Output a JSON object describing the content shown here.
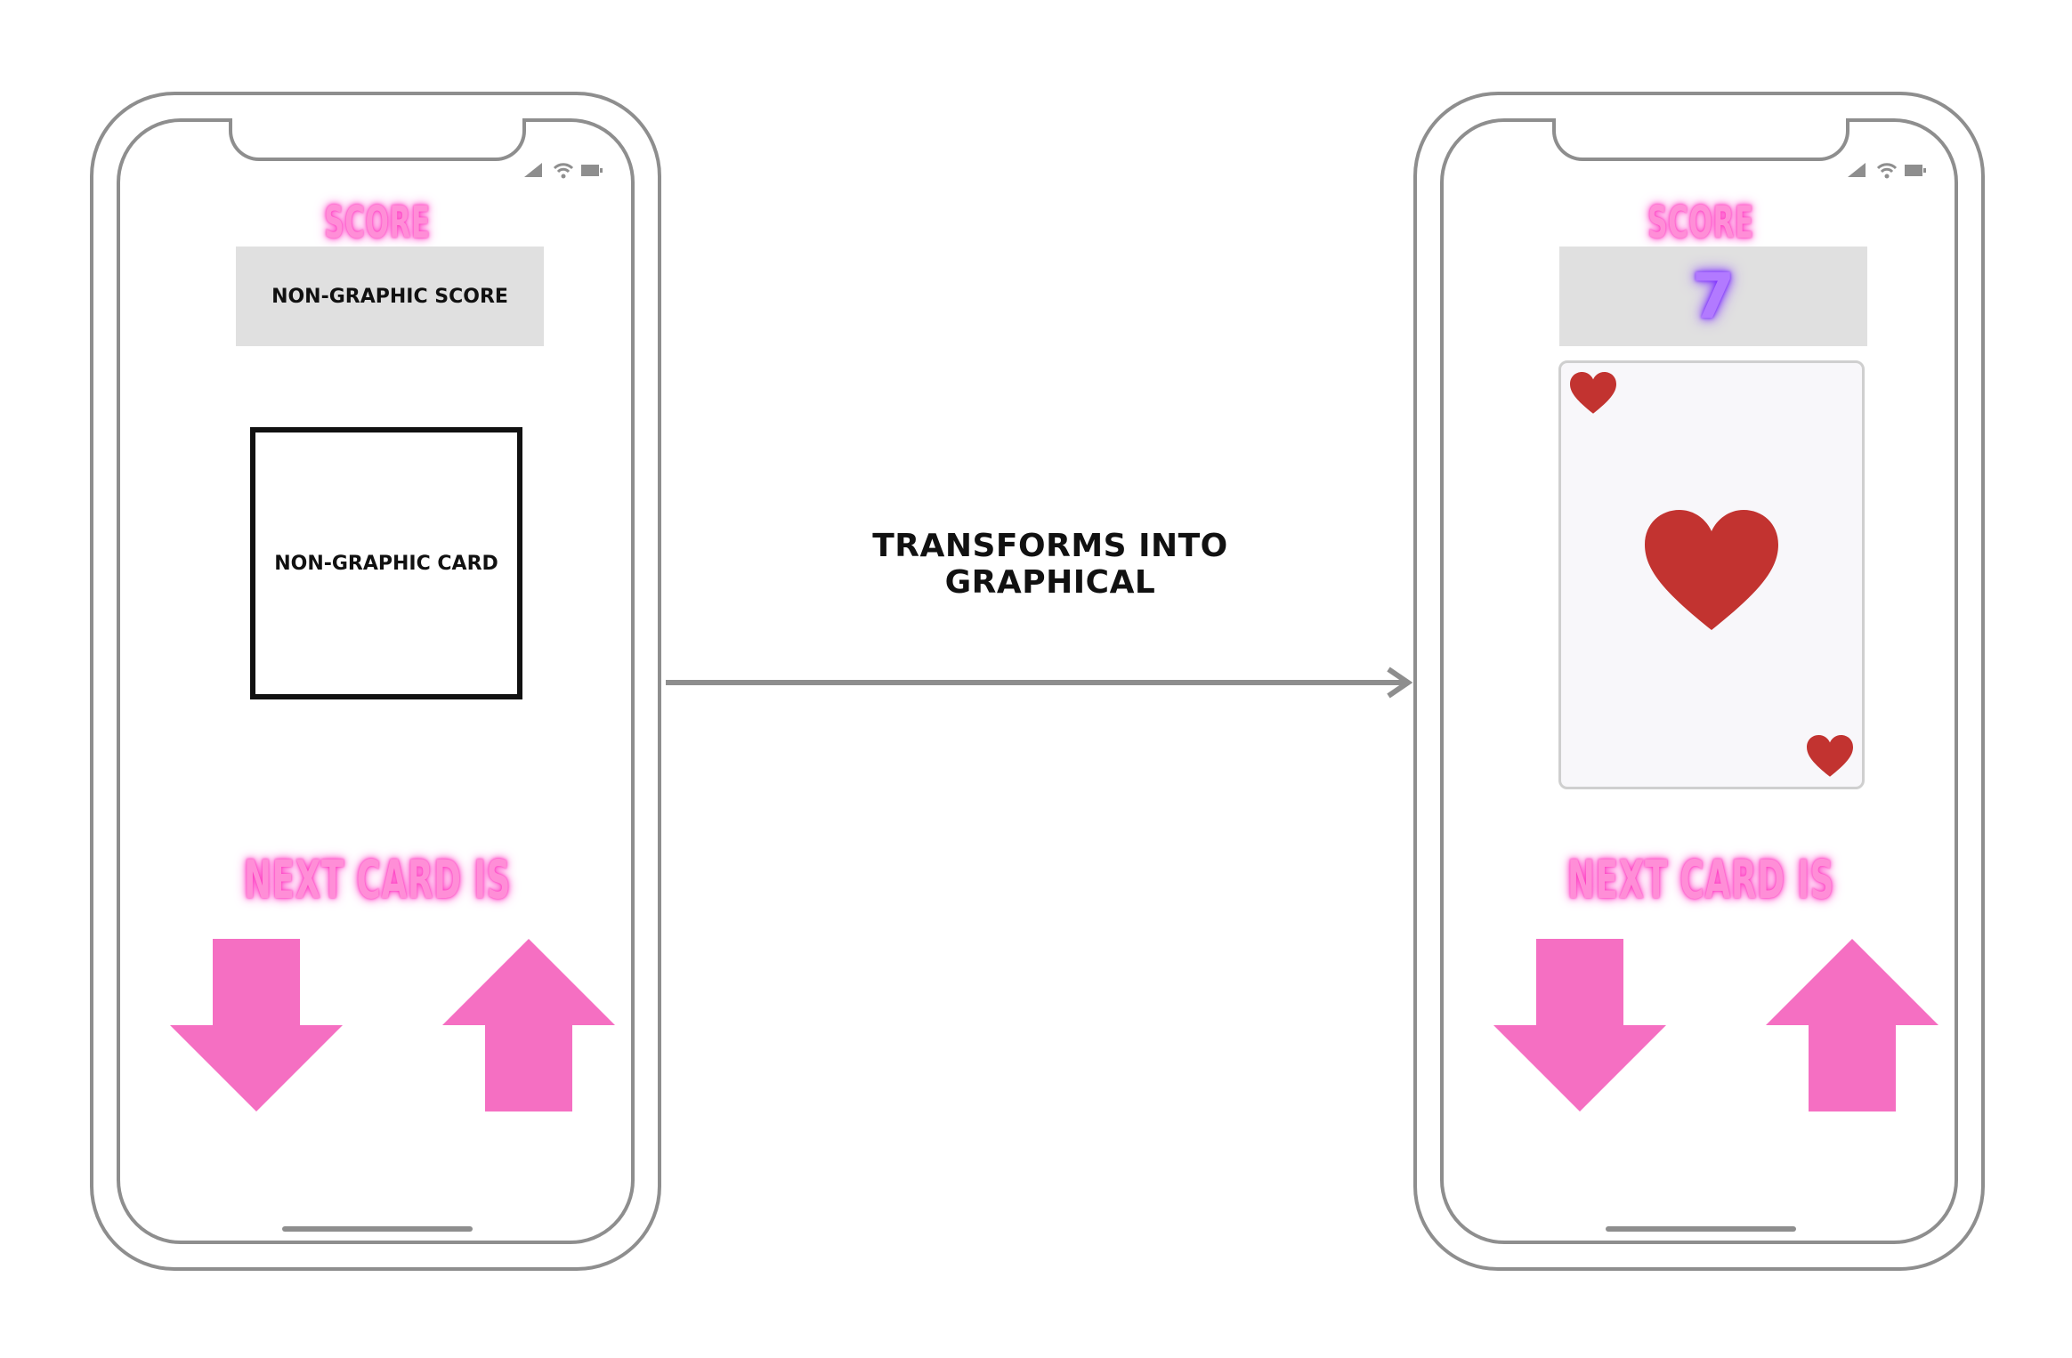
{
  "colors": {
    "frame": "#8e8e8e",
    "neon_pink": "#ff8ed7",
    "arrow_pink": "#f56fc2",
    "score_box": "#e0e0e0",
    "heart_red": "#c23330",
    "neon_purple": "#b27aff"
  },
  "left_phone": {
    "score_title": "SCORE",
    "score_box_text": "NON-GRAPHIC SCORE",
    "card_text": "NON-GRAPHIC CARD",
    "next_title": "NEXT CARD IS",
    "buttons": [
      "arrow-down-icon",
      "arrow-up-icon"
    ]
  },
  "right_phone": {
    "score_title": "SCORE",
    "score_value": "7",
    "card": {
      "suit": "heart-icon"
    },
    "next_title": "NEXT CARD IS",
    "buttons": [
      "arrow-down-icon",
      "arrow-up-icon"
    ]
  },
  "transition": {
    "label": "TRANSFORMS INTO GRAPHICAL",
    "arrow": "right-arrow-icon"
  }
}
